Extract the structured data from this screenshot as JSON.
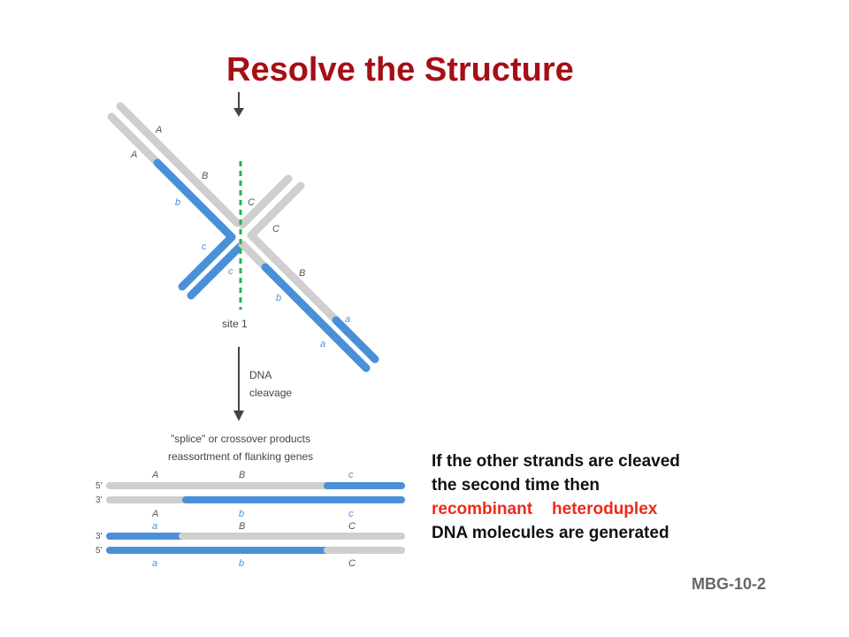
{
  "title": "Resolve the Structure",
  "colors": {
    "title": "#a50f16",
    "highlight": "#ee2a1b",
    "blue_strand": "#4a90d9",
    "grey_strand": "#cfcfcf",
    "site_line": "#22b35a",
    "footer": "#666666"
  },
  "diagram": {
    "junction_labels": {
      "A_upper": "A",
      "A_lower": "A",
      "B_upper": "B",
      "b_lower": "b",
      "C_upper": "C",
      "C_lower": "C",
      "c_upper": "c",
      "c_lower": "c",
      "B_right": "B",
      "b_right": "b",
      "a_upper": "a",
      "a_lower": "a"
    },
    "site_label": "site 1",
    "step_label_line1": "DNA",
    "step_label_line2": "cleavage",
    "products_title_line1": "\"splice\" or crossover products",
    "products_title_line2": "reassortment of flanking genes",
    "strand_end_labels": [
      "5'",
      "3'",
      "3'",
      "5'"
    ],
    "product_labels": {
      "row1_top": [
        "A",
        "B",
        "c"
      ],
      "row1_bottom": [
        "A",
        "b",
        "c"
      ],
      "row2_top": [
        "a",
        "B",
        "C"
      ],
      "row2_bottom": [
        "a",
        "b",
        "C"
      ]
    }
  },
  "caption": {
    "line1": "If the other strands are cleaved",
    "line2": "the second time then",
    "word_recombinant": "recombinant",
    "word_heteroduplex": "heteroduplex",
    "line4": "DNA molecules are generated"
  },
  "footer": "MBG-10-2"
}
